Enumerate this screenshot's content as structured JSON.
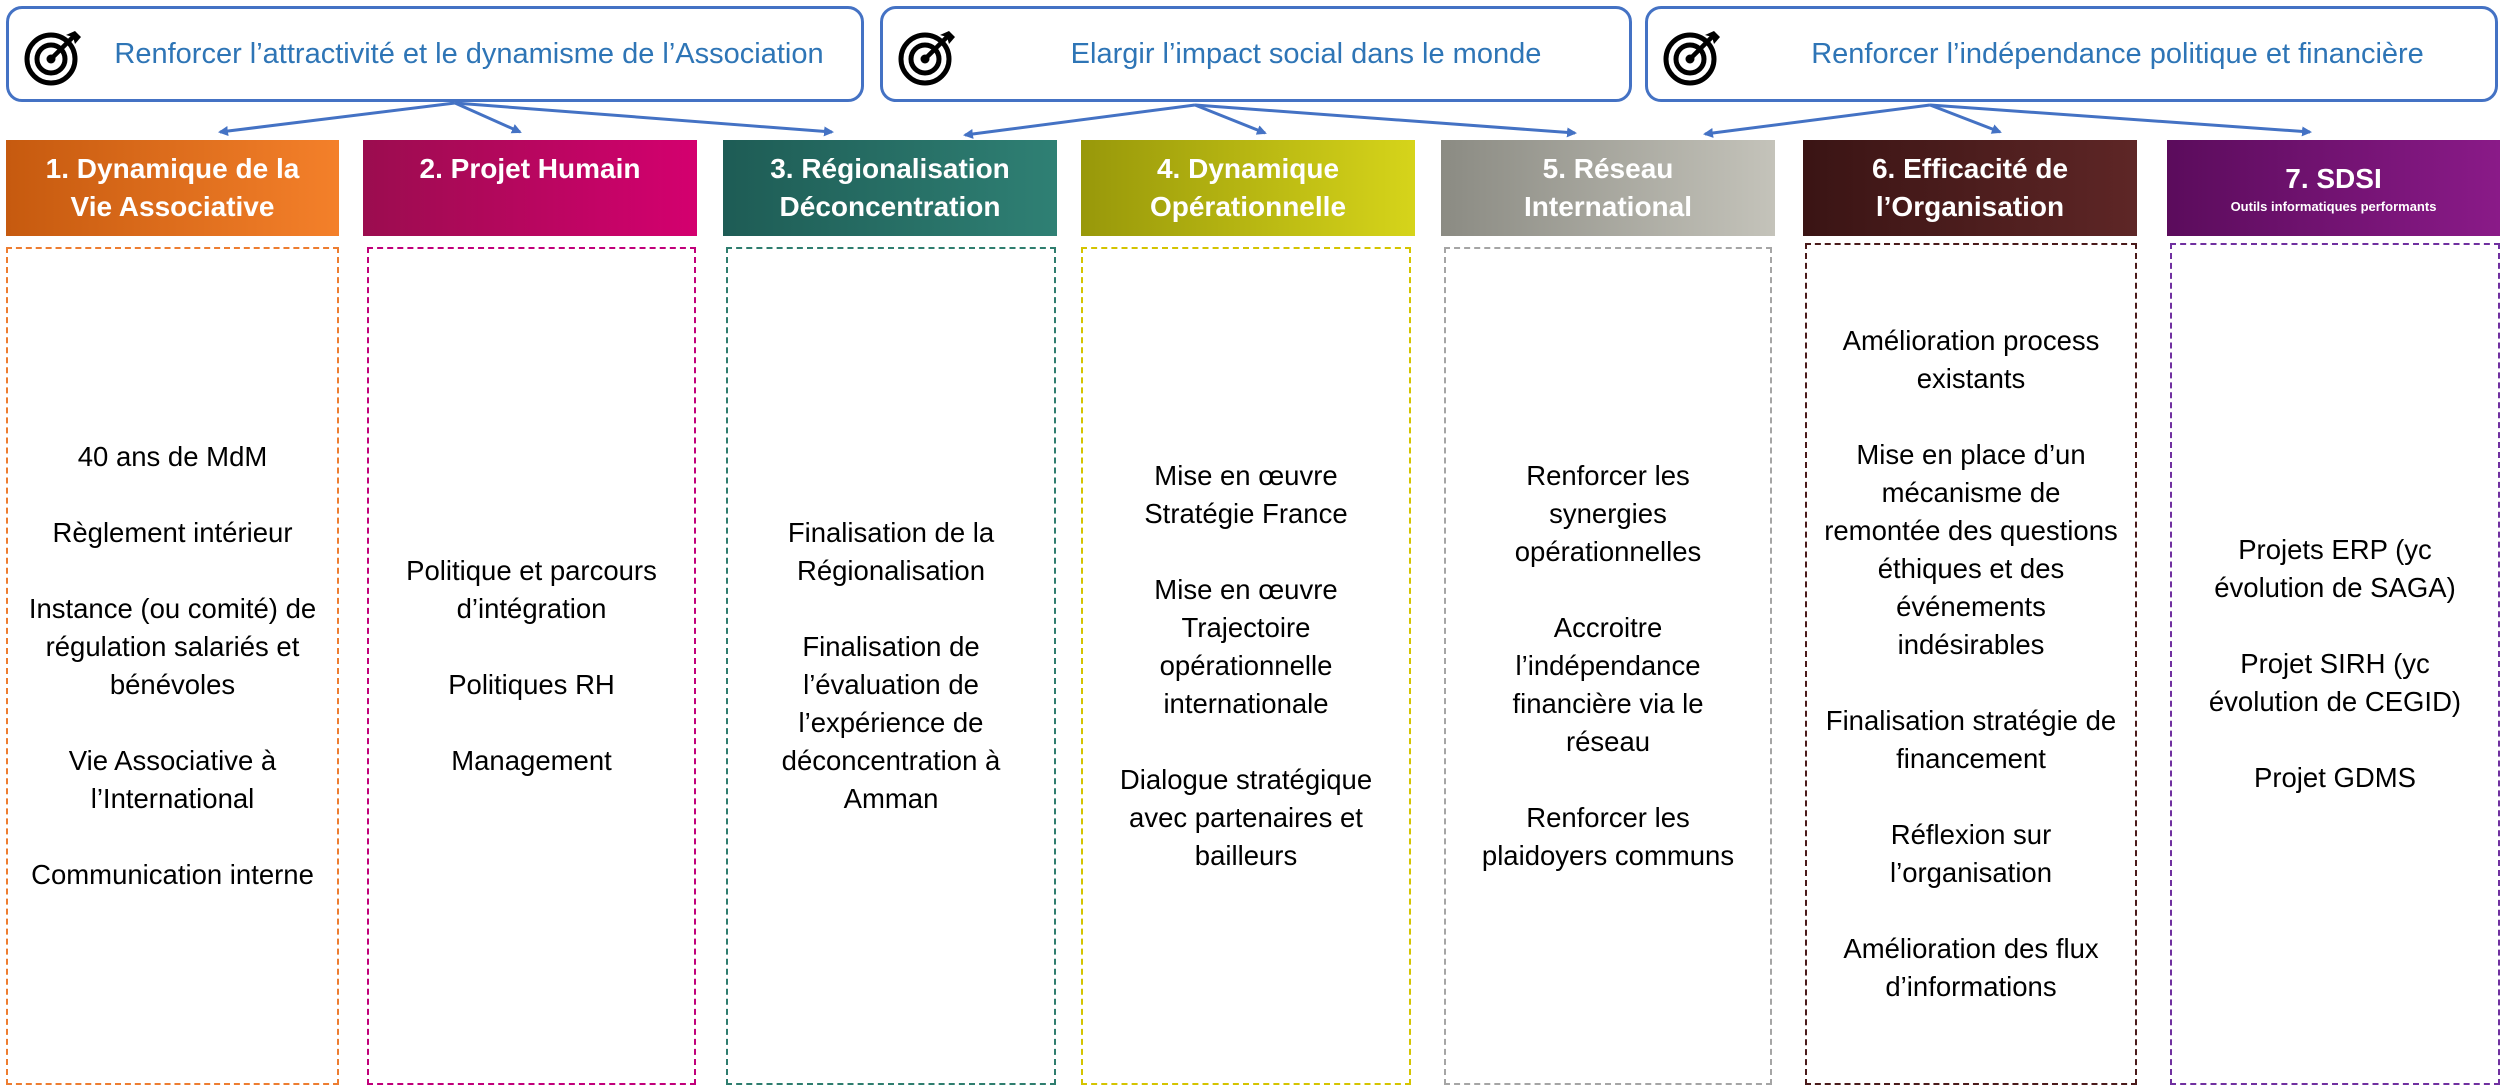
{
  "objectives": [
    {
      "label": "Renforcer l’attractivité et le dynamisme de l’Association",
      "icon": "target-icon"
    },
    {
      "label": "Elargir l’impact social dans le monde",
      "icon": "target-icon"
    },
    {
      "label": "Renforcer l’indépendance politique et financière",
      "icon": "target-icon"
    }
  ],
  "columns": [
    {
      "title_line1": "1. Dynamique de la",
      "title_line2": "Vie Associative",
      "subtitle": "",
      "color_from": "#c65a0f",
      "color_to": "#f4802a",
      "border": "#ed7d31",
      "items": [
        "40 ans de MdM",
        "Règlement intérieur",
        "Instance (ou comité) de régulation salariés et bénévoles",
        "Vie Associative à l’International",
        "Communication interne"
      ]
    },
    {
      "title_line1": "2. Projet Humain",
      "title_line2": "",
      "subtitle": "",
      "color_from": "#9b0d4f",
      "color_to": "#d4006f",
      "border": "#c0007a",
      "items": [
        "Politique et parcours d’intégration",
        "Politiques RH",
        "Management"
      ]
    },
    {
      "title_line1": "3. Régionalisation",
      "title_line2": "Déconcentration",
      "subtitle": "",
      "color_from": "#1e5c55",
      "color_to": "#2f8074",
      "border": "#2e7d6e",
      "items": [
        "Finalisation de la Régionalisation",
        "Finalisation de l’évaluation de l’expérience de déconcentration à Amman"
      ]
    },
    {
      "title_line1": "4. Dynamique",
      "title_line2": "Opérationnelle",
      "subtitle": "",
      "color_from": "#98980a",
      "color_to": "#d6d41a",
      "border": "#d4c400",
      "items": [
        "Mise en œuvre Stratégie France",
        "Mise en œuvre Trajectoire opérationnelle internationale",
        "Dialogue stratégique avec partenaires et bailleurs"
      ]
    },
    {
      "title_line1": "5. Réseau",
      "title_line2": "International",
      "subtitle": "",
      "color_from": "#8b8b83",
      "color_to": "#c4c3ba",
      "border": "#a5a5a5",
      "items": [
        "Renforcer les synergies opérationnelles",
        "Accroitre l’indépendance financière via le réseau",
        "Renforcer les plaidoyers communs"
      ]
    },
    {
      "title_line1": "6. Efficacité de",
      "title_line2": "l’Organisation",
      "subtitle": "",
      "color_from": "#3a1414",
      "color_to": "#5e2626",
      "border": "#4a1a1a",
      "items": [
        "Amélioration process existants",
        "Mise en place d’un mécanisme de remontée des questions éthiques et des événements indésirables",
        "Finalisation stratégie de financement",
        "Réflexion sur l’organisation",
        "Amélioration des flux d’informations"
      ]
    },
    {
      "title_line1": "7. SDSI",
      "title_line2": "",
      "subtitle": "Outils informatiques performants",
      "color_from": "#5b0c5c",
      "color_to": "#8a1a88",
      "border": "#7030a0",
      "items": [
        "Projets ERP (yc évolution de  SAGA)",
        "Projet SIRH (yc évolution de CEGID)",
        "Projet GDMS"
      ]
    }
  ],
  "colors": {
    "objective_border": "#4472c4",
    "objective_text": "#2e75b6",
    "arrow": "#4472c4"
  }
}
